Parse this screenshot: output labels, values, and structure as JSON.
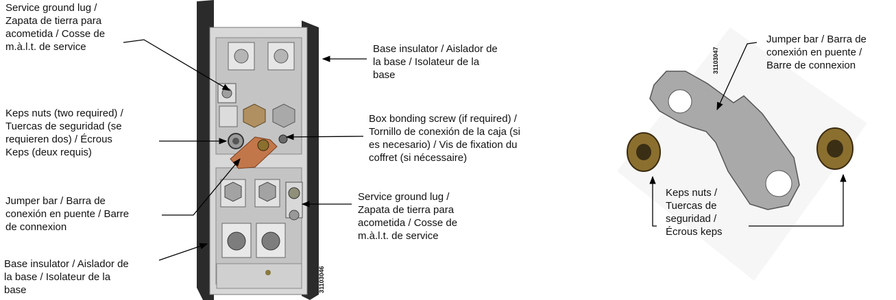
{
  "left_figure": {
    "figure_code": "31103046",
    "labels": {
      "service_ground_lug_top": "Service ground lug /\nZapata de tierra para\nacometida / Cosse de\nm.à.l.t. de service",
      "keps_nuts": "Keps nuts (two required) /\nTuercas de seguridad (se\nrequieren dos) / Écrous\nKeps (deux requis)",
      "jumper_bar": "Jumper bar / Barra de\nconexión en puente / Barre\nde connexion",
      "base_insulator_bottom": "Base insulator / Aislador de\nla base / Isolateur de la\nbase",
      "base_insulator_top": "Base insulator / Aislador de\nla base / Isolateur de la\nbase",
      "box_bonding_screw": "Box bonding screw (if required) /\nTornillo de conexión de la caja (si\nes necesario) / Vis de fixation du\ncoffret (si nécessaire)",
      "service_ground_lug_right": "Service ground lug /\nZapata de tierra para\nacometida / Cosse de\nm.à.l.t. de service"
    }
  },
  "right_figure": {
    "figure_code": "31103047",
    "labels": {
      "jumper_bar": "Jumper bar / Barra de\nconexión en puente /\nBarre de connexion",
      "keps_nuts": "Keps nuts /\nTuercas de\nseguridad /\nÉcrous keps"
    }
  },
  "colors": {
    "frame": "#2a2a2a",
    "metal": "#c9c9c9",
    "copper": "#c2774a",
    "nut": "#8b6f2f"
  }
}
